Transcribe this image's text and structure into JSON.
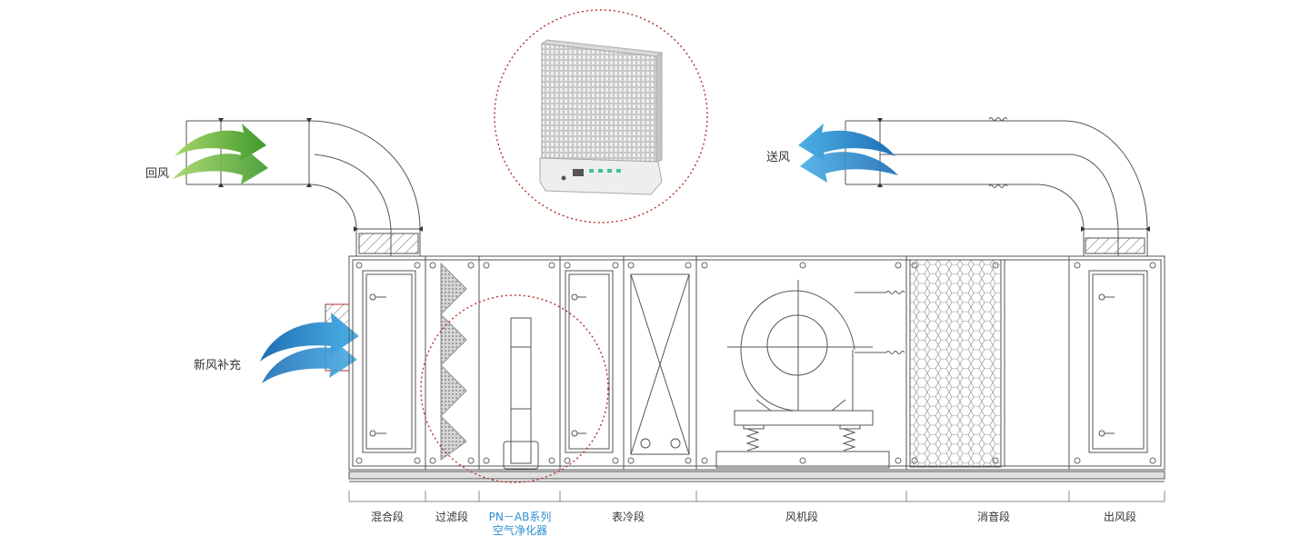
{
  "labels": {
    "return_air": "回风",
    "supply_air": "送风",
    "fresh_air": "新风补充"
  },
  "sections": [
    {
      "label": "混合段"
    },
    {
      "label": "过滤段"
    },
    {
      "label": "PN－AB系列",
      "label2": "空气净化器",
      "highlight": true
    },
    {
      "label": "表冷段"
    },
    {
      "label": "风机段"
    },
    {
      "label": "消音段"
    },
    {
      "label": "出风段"
    }
  ],
  "colors": {
    "return_arrow": "#6cb63a",
    "supply_arrow": "#2f8fd0",
    "fresh_arrow": "#2f8fd0",
    "highlight_text": "#2c8fd0",
    "dotted_circle": "#b5312c",
    "line": "#555555"
  },
  "icons": [
    "return-air-arrow-icon",
    "supply-air-arrow-icon",
    "fresh-air-arrow-icon",
    "air-purifier-image",
    "fan-icon",
    "spring-icon"
  ]
}
